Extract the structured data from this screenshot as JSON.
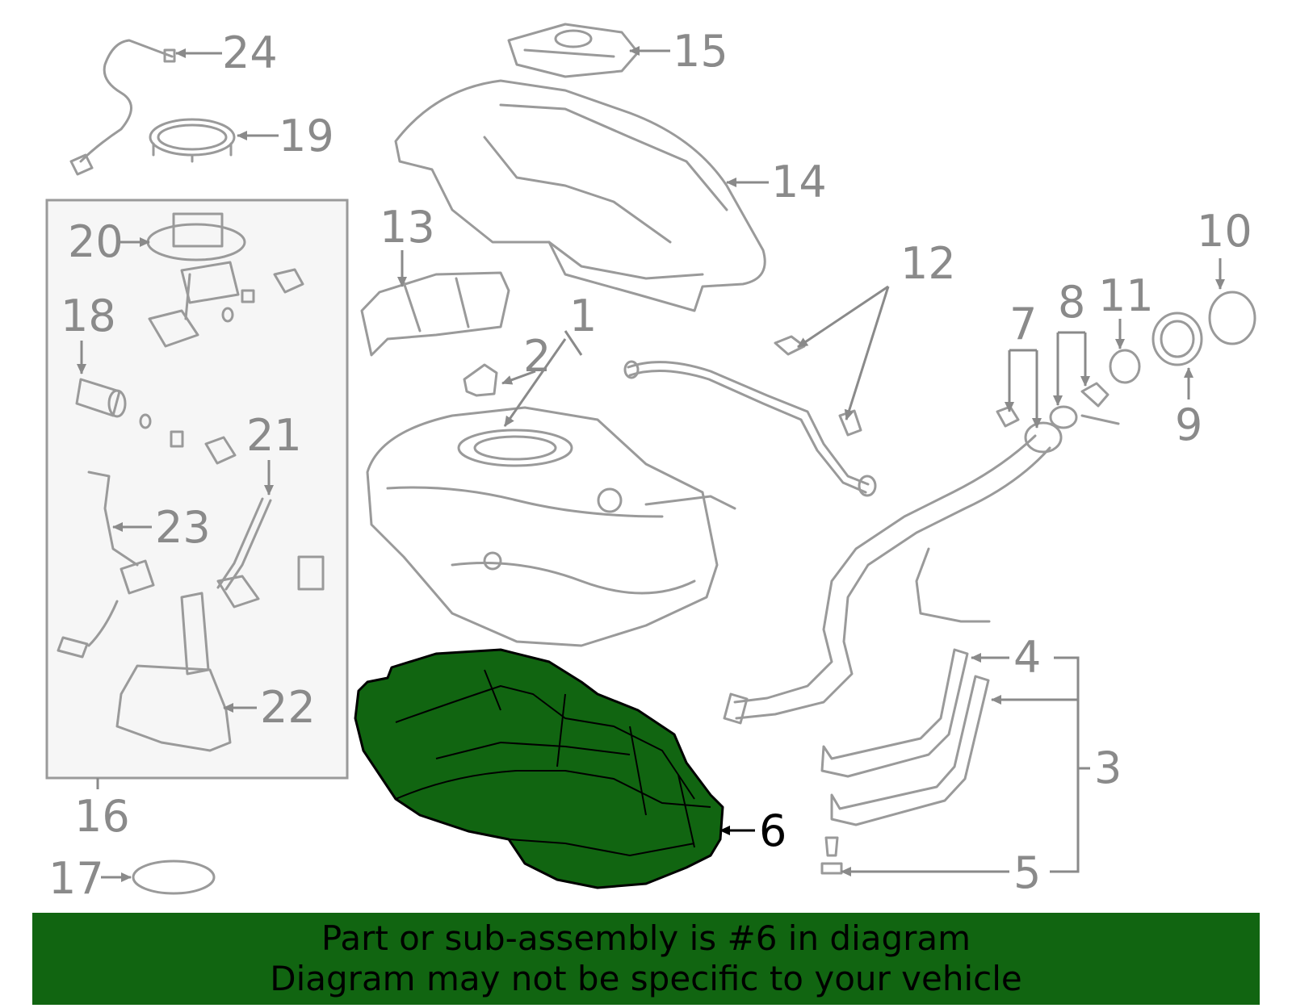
{
  "callouts": [
    {
      "num": "1"
    },
    {
      "num": "2"
    },
    {
      "num": "3"
    },
    {
      "num": "4"
    },
    {
      "num": "5"
    },
    {
      "num": "6"
    },
    {
      "num": "7"
    },
    {
      "num": "8"
    },
    {
      "num": "9"
    },
    {
      "num": "10"
    },
    {
      "num": "11"
    },
    {
      "num": "12"
    },
    {
      "num": "13"
    },
    {
      "num": "14"
    },
    {
      "num": "15"
    },
    {
      "num": "16"
    },
    {
      "num": "17"
    },
    {
      "num": "18"
    },
    {
      "num": "19"
    },
    {
      "num": "20"
    },
    {
      "num": "21"
    },
    {
      "num": "22"
    },
    {
      "num": "23"
    },
    {
      "num": "24"
    }
  ],
  "highlight": {
    "part": "6",
    "color": "#116511"
  },
  "colors": {
    "line": "#9a9a9a",
    "label": "#8a8a8a",
    "group_box": "#f6f6f6"
  },
  "banner": {
    "line1": "Part or sub-assembly is #6 in diagram",
    "line2": "Diagram may not be specific to your vehicle",
    "background": "#116511"
  }
}
